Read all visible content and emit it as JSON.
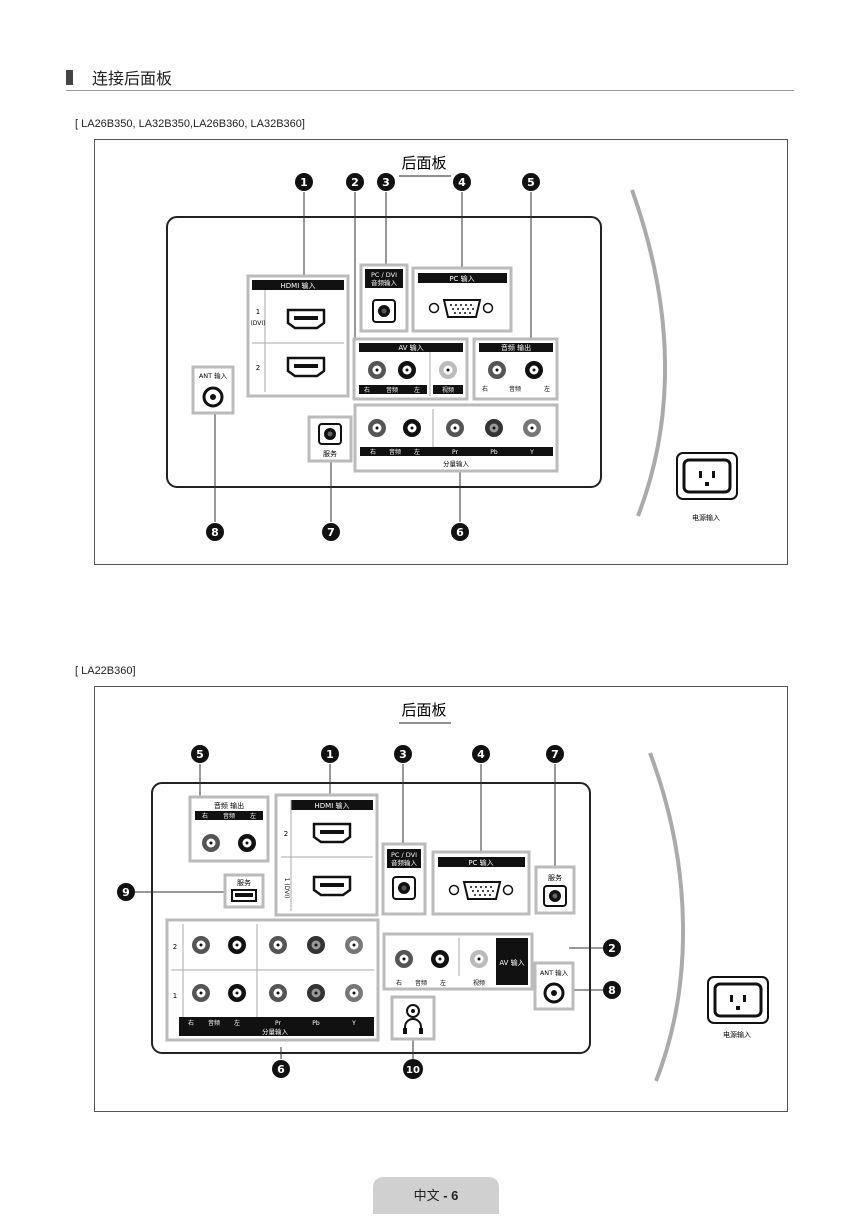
{
  "header": {
    "title": "连接后面板"
  },
  "panel1": {
    "model": "[ LA26B350, LA32B350,LA26B360, LA32B360]",
    "heading": "后面板",
    "callouts": [
      "1",
      "2",
      "3",
      "4",
      "5",
      "6",
      "7",
      "8"
    ],
    "hdmi": {
      "label": "HDMI 输入",
      "port1": "1",
      "port1_sub": "(DVI)",
      "port2": "2"
    },
    "pcdvi": {
      "line1": "PC / DVI",
      "line2": "音频输入"
    },
    "pc_in": "PC 输入",
    "av_in": {
      "label": "AV 输入",
      "audio": "音频",
      "video": "视频",
      "right": "右",
      "left": "左"
    },
    "audio_out": {
      "label": "音频 输出",
      "audio": "音频",
      "right": "右",
      "left": "左"
    },
    "ant_in": "ANT 输入",
    "service": "服务",
    "component": {
      "label": "分量输入",
      "audio": "音频",
      "right": "右",
      "left": "左",
      "pr": "Pr",
      "pb": "Pb",
      "y": "Y"
    },
    "power": "电源输入"
  },
  "panel2": {
    "model": "[ LA22B360]",
    "heading": "后面板",
    "callouts": [
      "5",
      "1",
      "3",
      "4",
      "7",
      "9",
      "2",
      "8",
      "6",
      "10"
    ],
    "audio_out": {
      "label": "音频 输出",
      "audio": "音频",
      "right": "右",
      "left": "左"
    },
    "hdmi": {
      "label": "HDMI 输入",
      "port2": "2",
      "port1": "1 (DVI)"
    },
    "pcdvi": {
      "line1": "PC / DVI",
      "line2": "音频输入"
    },
    "pc_in": "PC 输入",
    "service_usb": "服务",
    "service": "服务",
    "component": {
      "label": "分量输入",
      "audio": "音频",
      "right": "右",
      "left": "左",
      "pr": "Pr",
      "pb": "Pb",
      "y": "Y",
      "row2": "2",
      "row1": "1"
    },
    "av_in": {
      "label": "AV 输入",
      "audio": "音频",
      "video": "视频",
      "right": "右",
      "left": "左"
    },
    "ant_in": "ANT 输入",
    "power": "电源输入"
  },
  "footer": {
    "lang": "中文",
    "sep": " - ",
    "page": "6"
  }
}
